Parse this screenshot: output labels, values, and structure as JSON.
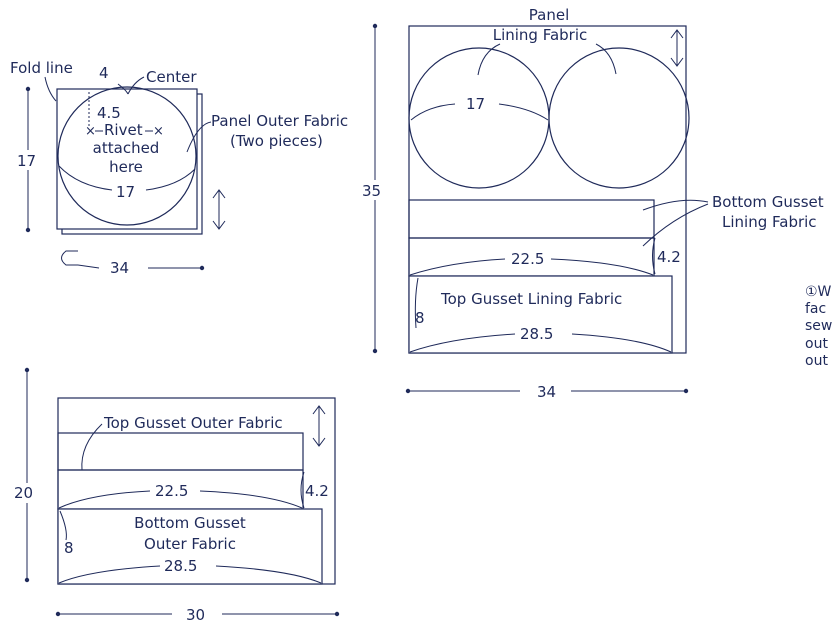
{
  "panel_outer": {
    "fold_line": "Fold line",
    "dim_4": "4",
    "center": "Center",
    "dim_4_5": "4.5",
    "rivet": "Rivet",
    "attached": "attached",
    "here": "here",
    "dim_17_height": "17",
    "dim_17_circle": "17",
    "dim_34": "34",
    "label_line1": "Panel Outer Fabric",
    "label_line2": "(Two pieces)"
  },
  "panel_lining": {
    "title_line1": "Panel",
    "title_line2": "Lining Fabric",
    "dim_17_circle": "17",
    "dim_35": "35",
    "bottom_gusset_line1": "Bottom Gusset",
    "bottom_gusset_line2": "Lining Fabric",
    "dim_22_5": "22.5",
    "dim_4_2": "4.2",
    "top_gusset": "Top Gusset Lining Fabric",
    "dim_8": "8",
    "dim_28_5": "28.5",
    "dim_34": "34"
  },
  "gusset_outer": {
    "top_gusset": "Top Gusset Outer Fabric",
    "dim_20": "20",
    "dim_22_5": "22.5",
    "dim_4_2": "4.2",
    "bottom_gusset_line1": "Bottom Gusset",
    "bottom_gusset_line2": "Outer Fabric",
    "dim_8": "8",
    "dim_28_5": "28.5",
    "dim_30": "30"
  },
  "note": {
    "line1": "①W",
    "line2": "fac",
    "line3": "sew",
    "line4": "out",
    "line5": "out"
  }
}
